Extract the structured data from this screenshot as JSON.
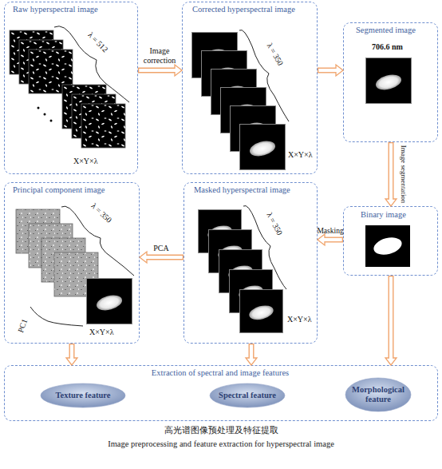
{
  "diagram": {
    "caption": "高光谱图像预处理及特征提取",
    "nodes": [
      {
        "text": [
          "Raw hyperspectral image",
          "λ = 512",
          "X×Y×λ"
        ]
      },
      {
        "text": [
          "Corrected hyperspectral image",
          "λ = 350",
          "X×Y×λ"
        ]
      },
      {
        "text": [
          "Segmented image",
          "706.6 nm"
        ]
      },
      {
        "text": [
          "Binary image"
        ]
      },
      {
        "text": [
          "Masked hyperspectral image",
          "λ = 350",
          "X×Y×λ"
        ]
      },
      {
        "text": [
          "Principal component image",
          "λ = 350",
          "PC1",
          "X×Y×λ"
        ]
      },
      {
        "text": [
          "Extraction of spectral and image features"
        ]
      },
      {
        "text": [
          "Texture feature"
        ],
        "in": 6
      },
      {
        "text": [
          "Spectral feature"
        ],
        "in": 6
      },
      {
        "text": [
          "Morphological feature"
        ],
        "in": 6
      }
    ],
    "edges": [
      {
        "from": 0,
        "to": 1,
        "label": "Image correction",
        "arrow": "to"
      },
      {
        "from": 1,
        "to": 2,
        "arrow": "to"
      },
      {
        "from": 2,
        "to": 3,
        "label": "Image segmentation",
        "arrow": "to"
      },
      {
        "from": 3,
        "to": 4,
        "label": "Masking",
        "arrow": "to"
      },
      {
        "from": 4,
        "to": 5,
        "label": "PCA",
        "arrow": "to"
      },
      {
        "from": 5,
        "to": 6,
        "arrow": "to"
      },
      {
        "from": 4,
        "to": 6,
        "arrow": "to"
      },
      {
        "from": 3,
        "to": 6,
        "arrow": "to"
      }
    ],
    "labels": [
      "Image preprocessing and feature extraction for hyperspectral image"
    ]
  }
}
